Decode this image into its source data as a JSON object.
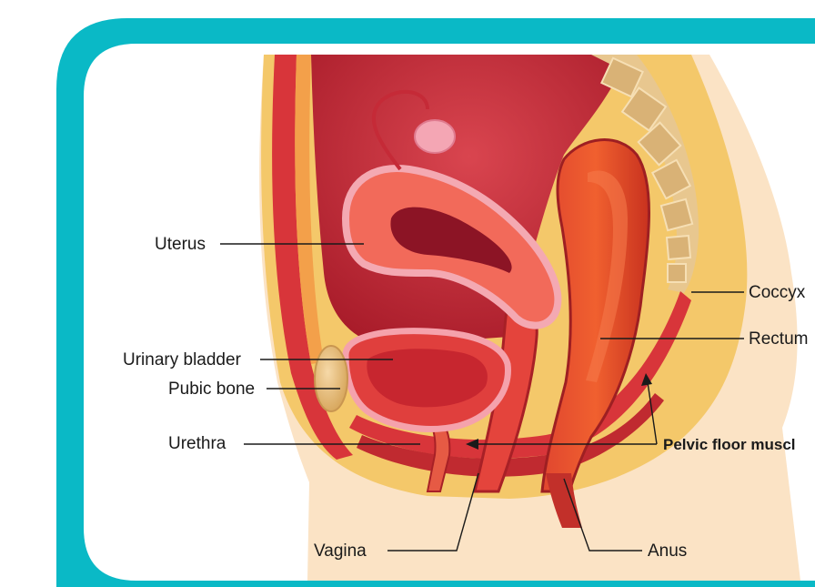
{
  "diagram": {
    "frame_color": "#0ab9c6",
    "labels": {
      "uterus": "Uterus",
      "urinary_bladder": "Urinary bladder",
      "pubic_bone": "Pubic bone",
      "urethra": "Urethra",
      "vagina": "Vagina",
      "coccyx": "Coccyx",
      "rectum": "Rectum",
      "pelvic_floor": "Pelvic floor muscl",
      "anus": "Anus"
    }
  }
}
